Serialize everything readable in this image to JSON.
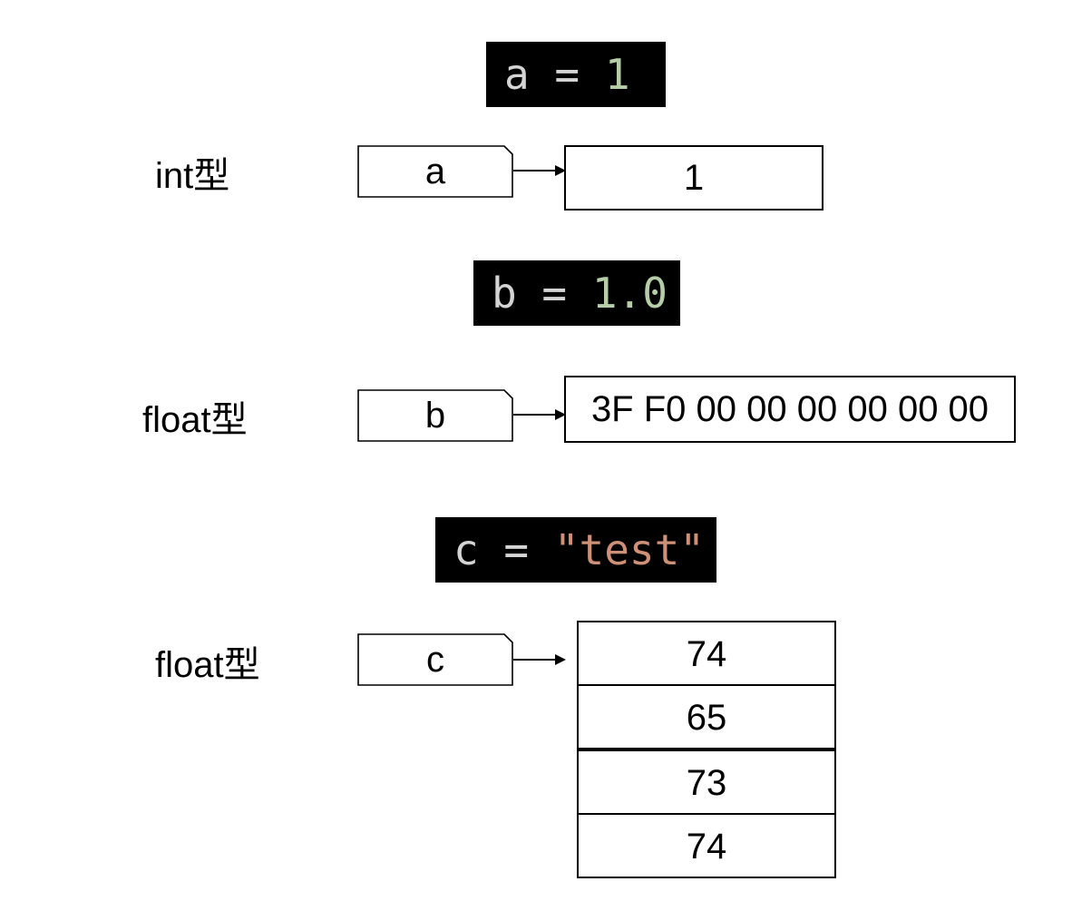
{
  "sections": [
    {
      "code": {
        "var": "a",
        "op": "=",
        "value": "1",
        "value_kind": "number"
      },
      "type_label": "int型",
      "variable": "a",
      "memory": [
        "1"
      ]
    },
    {
      "code": {
        "var": "b",
        "op": "=",
        "value": "1.0",
        "value_kind": "number"
      },
      "type_label": "float型",
      "variable": "b",
      "memory": [
        "3F F0 00 00 00 00 00 00"
      ]
    },
    {
      "code": {
        "var": "c",
        "op": "=",
        "value": "\"test\"",
        "value_kind": "string"
      },
      "type_label": "float型",
      "variable": "c",
      "memory": [
        "74",
        "65",
        "73",
        "74"
      ]
    }
  ],
  "colors": {
    "code_background": "#000000",
    "code_text": "#d4d4d4",
    "number_literal": "#b5cea8",
    "string_literal": "#ce9178",
    "outline": "#000000"
  },
  "icons": {
    "pointer": "arrow-right-icon",
    "variable_tag": "folded-corner-tag"
  }
}
